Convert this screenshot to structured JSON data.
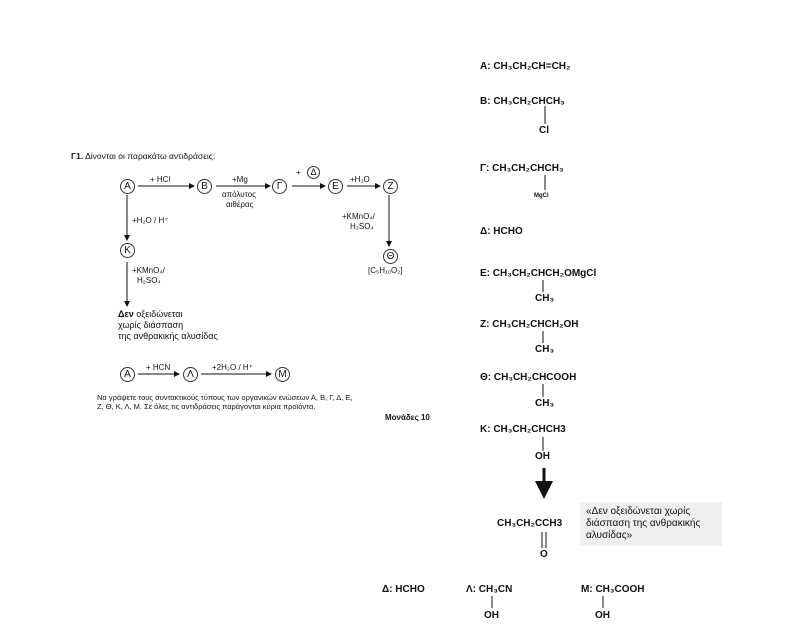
{
  "problem": {
    "number": "Γ1.",
    "intro": "Δίνονται οι παρακάτω αντιδράσεις:",
    "circles": [
      "Α",
      "Β",
      "Γ",
      "Δ",
      "Ε",
      "Ζ",
      "Κ",
      "Θ",
      "Α",
      "Λ",
      "Μ"
    ],
    "labels": {
      "hcl": "+ HCl",
      "mg": "+Mg",
      "ether1": "απόλυτος",
      "ether2": "αιθέρας",
      "plus": "+",
      "h2o": "+H₂O",
      "kmno4_r": "+KMnO₄/",
      "h2so4_r": "H₂SO₄",
      "h2o_h": "+H₂O / H⁺",
      "kmno4_l": "+KMnO₄/",
      "h2so4_l": "H₂SO₄",
      "theta_formula": "[C₅H₁₀O₂]",
      "no_ox_bold": "Δεν",
      "no_ox_rest": " οξειδώνεται",
      "no_ox_2": "χωρίς διάσπαση",
      "no_ox_3": "της ανθρακικής αλυσίδας",
      "hcn": "+ HCN",
      "h2o2": "+2H₂O / H⁺"
    },
    "question1": "Να γράψετε τους συντακτικούς τύπους των οργανικών ενώσεων Α, Β, Γ, Δ, Ε,",
    "question2": "Ζ, Θ, Κ, Λ, Μ. Σε όλες τις αντιδράσεις παράγονται κύρια προϊόντα.",
    "marks": "Μονάδες 10"
  },
  "answers": {
    "A": "Α: CH₃CH₂CH=CH₂",
    "B": "Β: CH₃CH₂CHCH₃",
    "B_sub": "Cl",
    "G": "Γ: CH₃CH₂CHCH₃",
    "G_sub": "MgCl",
    "D": "Δ: HCHO",
    "E": "Ε: CH₃CH₂CHCH₂OMgCl",
    "E_sub": "CH₃",
    "Z": "Ζ: CH₃CH₂CHCH₂OH",
    "Z_sub": "CH₃",
    "TH": "Θ: CH₃CH₂CHCOOH",
    "TH_sub": "CH₃",
    "K": "Κ: CH₃CH₂CHCH3",
    "K_sub": "OH",
    "ketone": "CH₃CH₂CCH3",
    "ketone_sub": "O",
    "note": "«Δεν οξειδώνεται χωρίς διάσπαση της ανθρακικής αλυσίδας»",
    "D2": "Δ: HCHO",
    "L": "Λ: CH₃CN",
    "L_sub": "OH",
    "M": "Μ: CH₃COOH",
    "M_sub": "OH"
  }
}
